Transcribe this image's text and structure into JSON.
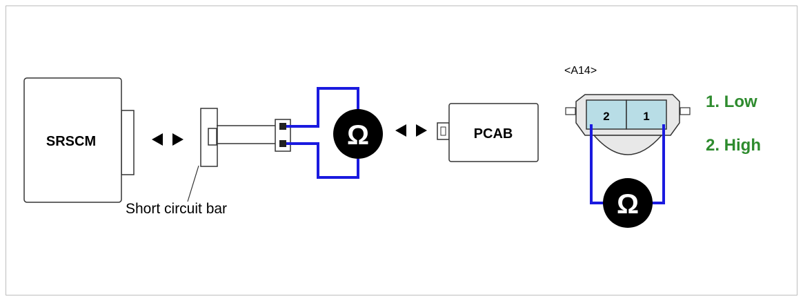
{
  "components": {
    "srscm": "SRSCM",
    "pcab": "PCAB"
  },
  "labels": {
    "short_circuit_bar": "Short circuit bar"
  },
  "connector": {
    "name": "<A14>",
    "pins": [
      "2",
      "1"
    ]
  },
  "pin_legend": [
    "1. Low",
    "2. High"
  ],
  "meters": {
    "symbol": "Ω",
    "symbol_name": "ohm-icon"
  },
  "colors": {
    "wire": "#1a1adf",
    "legend_text": "#2e8b2e",
    "connector_fill": "#b8dde6",
    "body_fill": "#e8e8e8",
    "meter_fill": "#000000"
  }
}
